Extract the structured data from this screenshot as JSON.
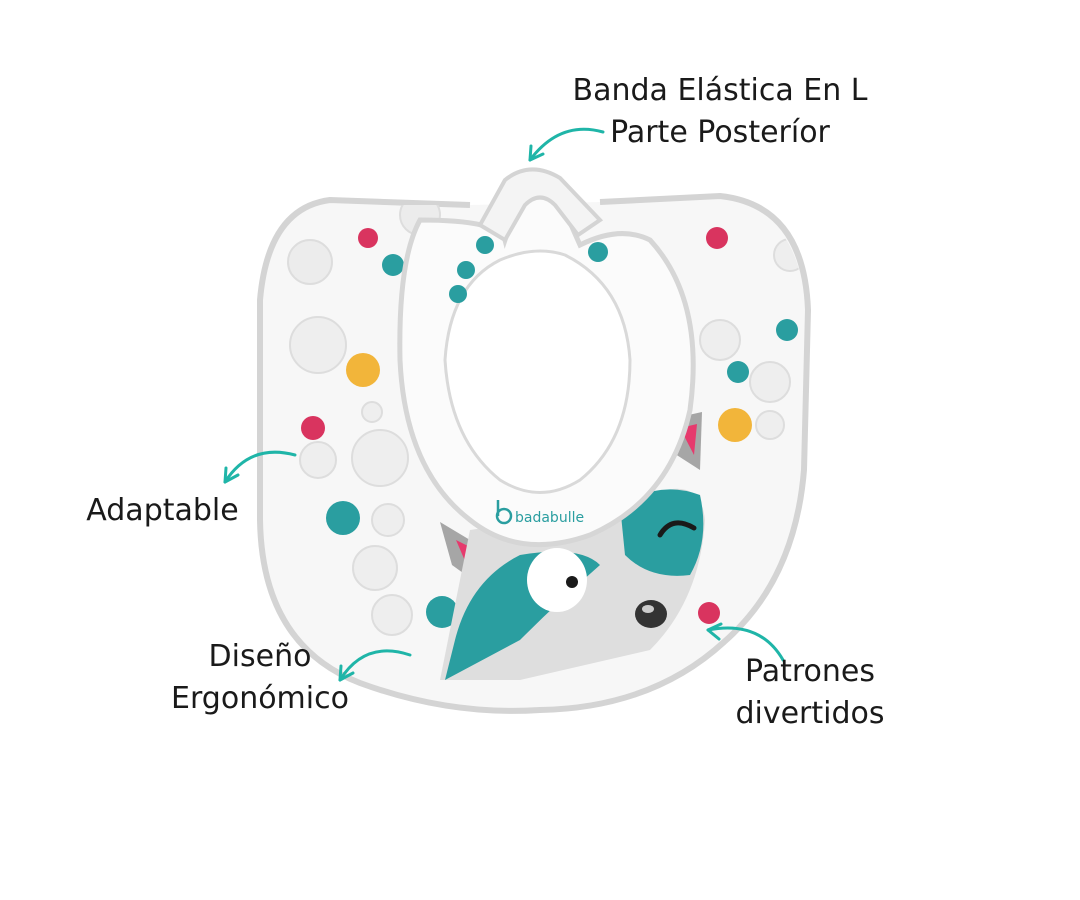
{
  "callouts": {
    "band": {
      "line1": "Banda Elástica En L",
      "line2": "Parte Posteríor"
    },
    "adaptable": {
      "line1": "Adaptable"
    },
    "ergonomic": {
      "line1": "Diseño",
      "line2": "Ergonómico"
    },
    "patterns": {
      "line1": "Patrones",
      "line2": "divertidos"
    }
  },
  "product": {
    "brand": "badabulle"
  },
  "colors": {
    "arrow": "#1fb5a8",
    "teal": "#2a9ea0",
    "pink": "#d9345f",
    "yellow": "#f2b53a",
    "outline": "#d9d9d9"
  }
}
